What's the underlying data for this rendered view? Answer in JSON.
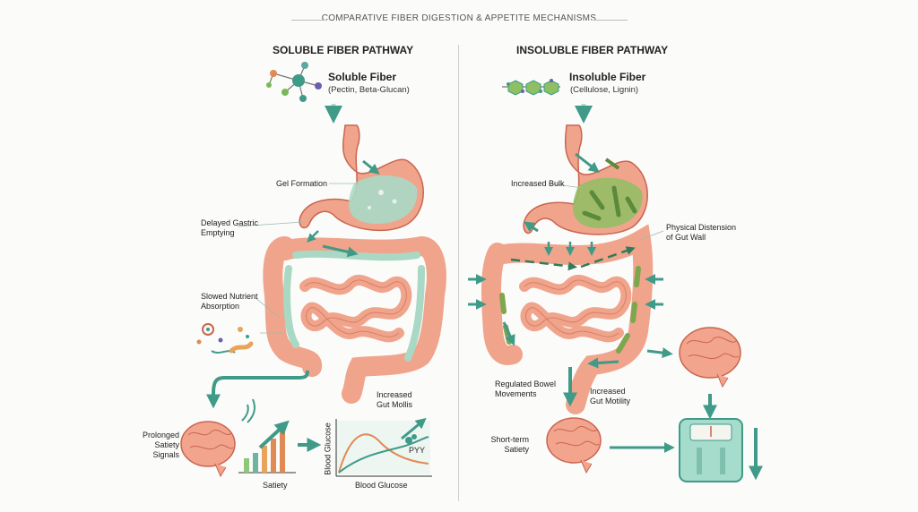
{
  "title": "COMPARATIVE FIBER DIGESTION & APPETITE MECHANISMS",
  "soluble": {
    "heading": "SOLUBLE FIBER PATHWAY",
    "fiber_name": "Soluble Fiber",
    "fiber_examples": "(Pectin, Beta-Glucan)",
    "gel_formation": "Gel Formation",
    "delayed_emptying_1": "Delayed Gastric",
    "delayed_emptying_2": "Emptying",
    "slowed_absorption_1": "Slowed Nutrient",
    "slowed_absorption_2": "Absorption",
    "gut_motility_1": "Increased",
    "gut_motility_2": "Gut Mollis",
    "satiety_signals_1": "Prolonged",
    "satiety_signals_2": "Satiety",
    "satiety_signals_3": "Signals",
    "satiety_axis": "Satiety",
    "glucose_ylabel": "Blood Glucose",
    "glucose_xlabel": "Blood Glucose",
    "pyy": "PYY"
  },
  "insoluble": {
    "heading": "INSOLUBLE FIBER PATHWAY",
    "fiber_name": "Insoluble Fiber",
    "fiber_examples": "(Cellulose, Lignin)",
    "increased_bulk": "Increased Bulk",
    "distension_1": "Physical Distension",
    "distension_2": "of Gut Wall",
    "bowel_1": "Regulated Bowel",
    "bowel_2": "Movements",
    "motility_1": "Increased",
    "motility_2": "Gut Motility",
    "short_term_1": "Short-term",
    "short_term_2": "Satiety"
  },
  "colors": {
    "intestine": "#f0a48c",
    "intestine_stroke": "#c9654f",
    "gel": "#a9d9c4",
    "bulk": "#8fbf63",
    "arrow": "#3f9a88",
    "brain": "#f2a48d",
    "scale": "#a6dccb"
  }
}
